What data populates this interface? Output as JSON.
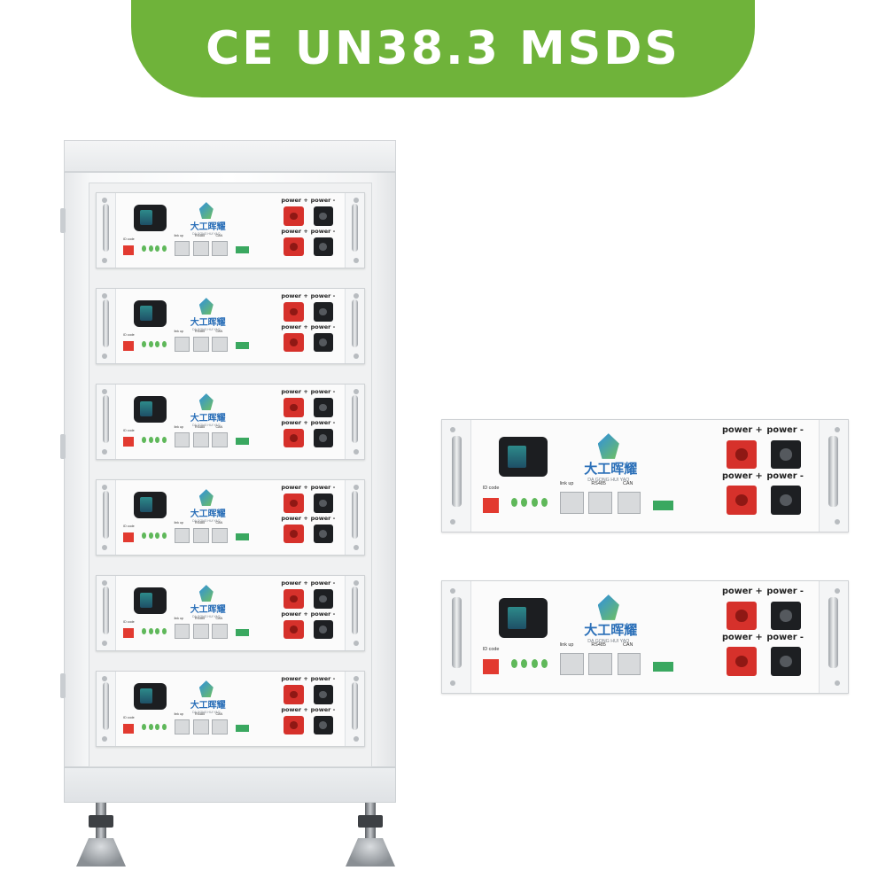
{
  "banner": {
    "text": "CE UN38.3 MSDS",
    "color": "#6fb33a"
  },
  "module": {
    "logo_cn": "大工晖耀",
    "logo_en": "DA GONG HUI YAO",
    "power_plus": "power +",
    "power_minus": "power -",
    "id_code": "ID code",
    "port_labels": [
      "link up",
      "RS485",
      "CAN"
    ]
  },
  "rack": {
    "module_count": 6
  },
  "standalone": {
    "module_count": 2
  }
}
